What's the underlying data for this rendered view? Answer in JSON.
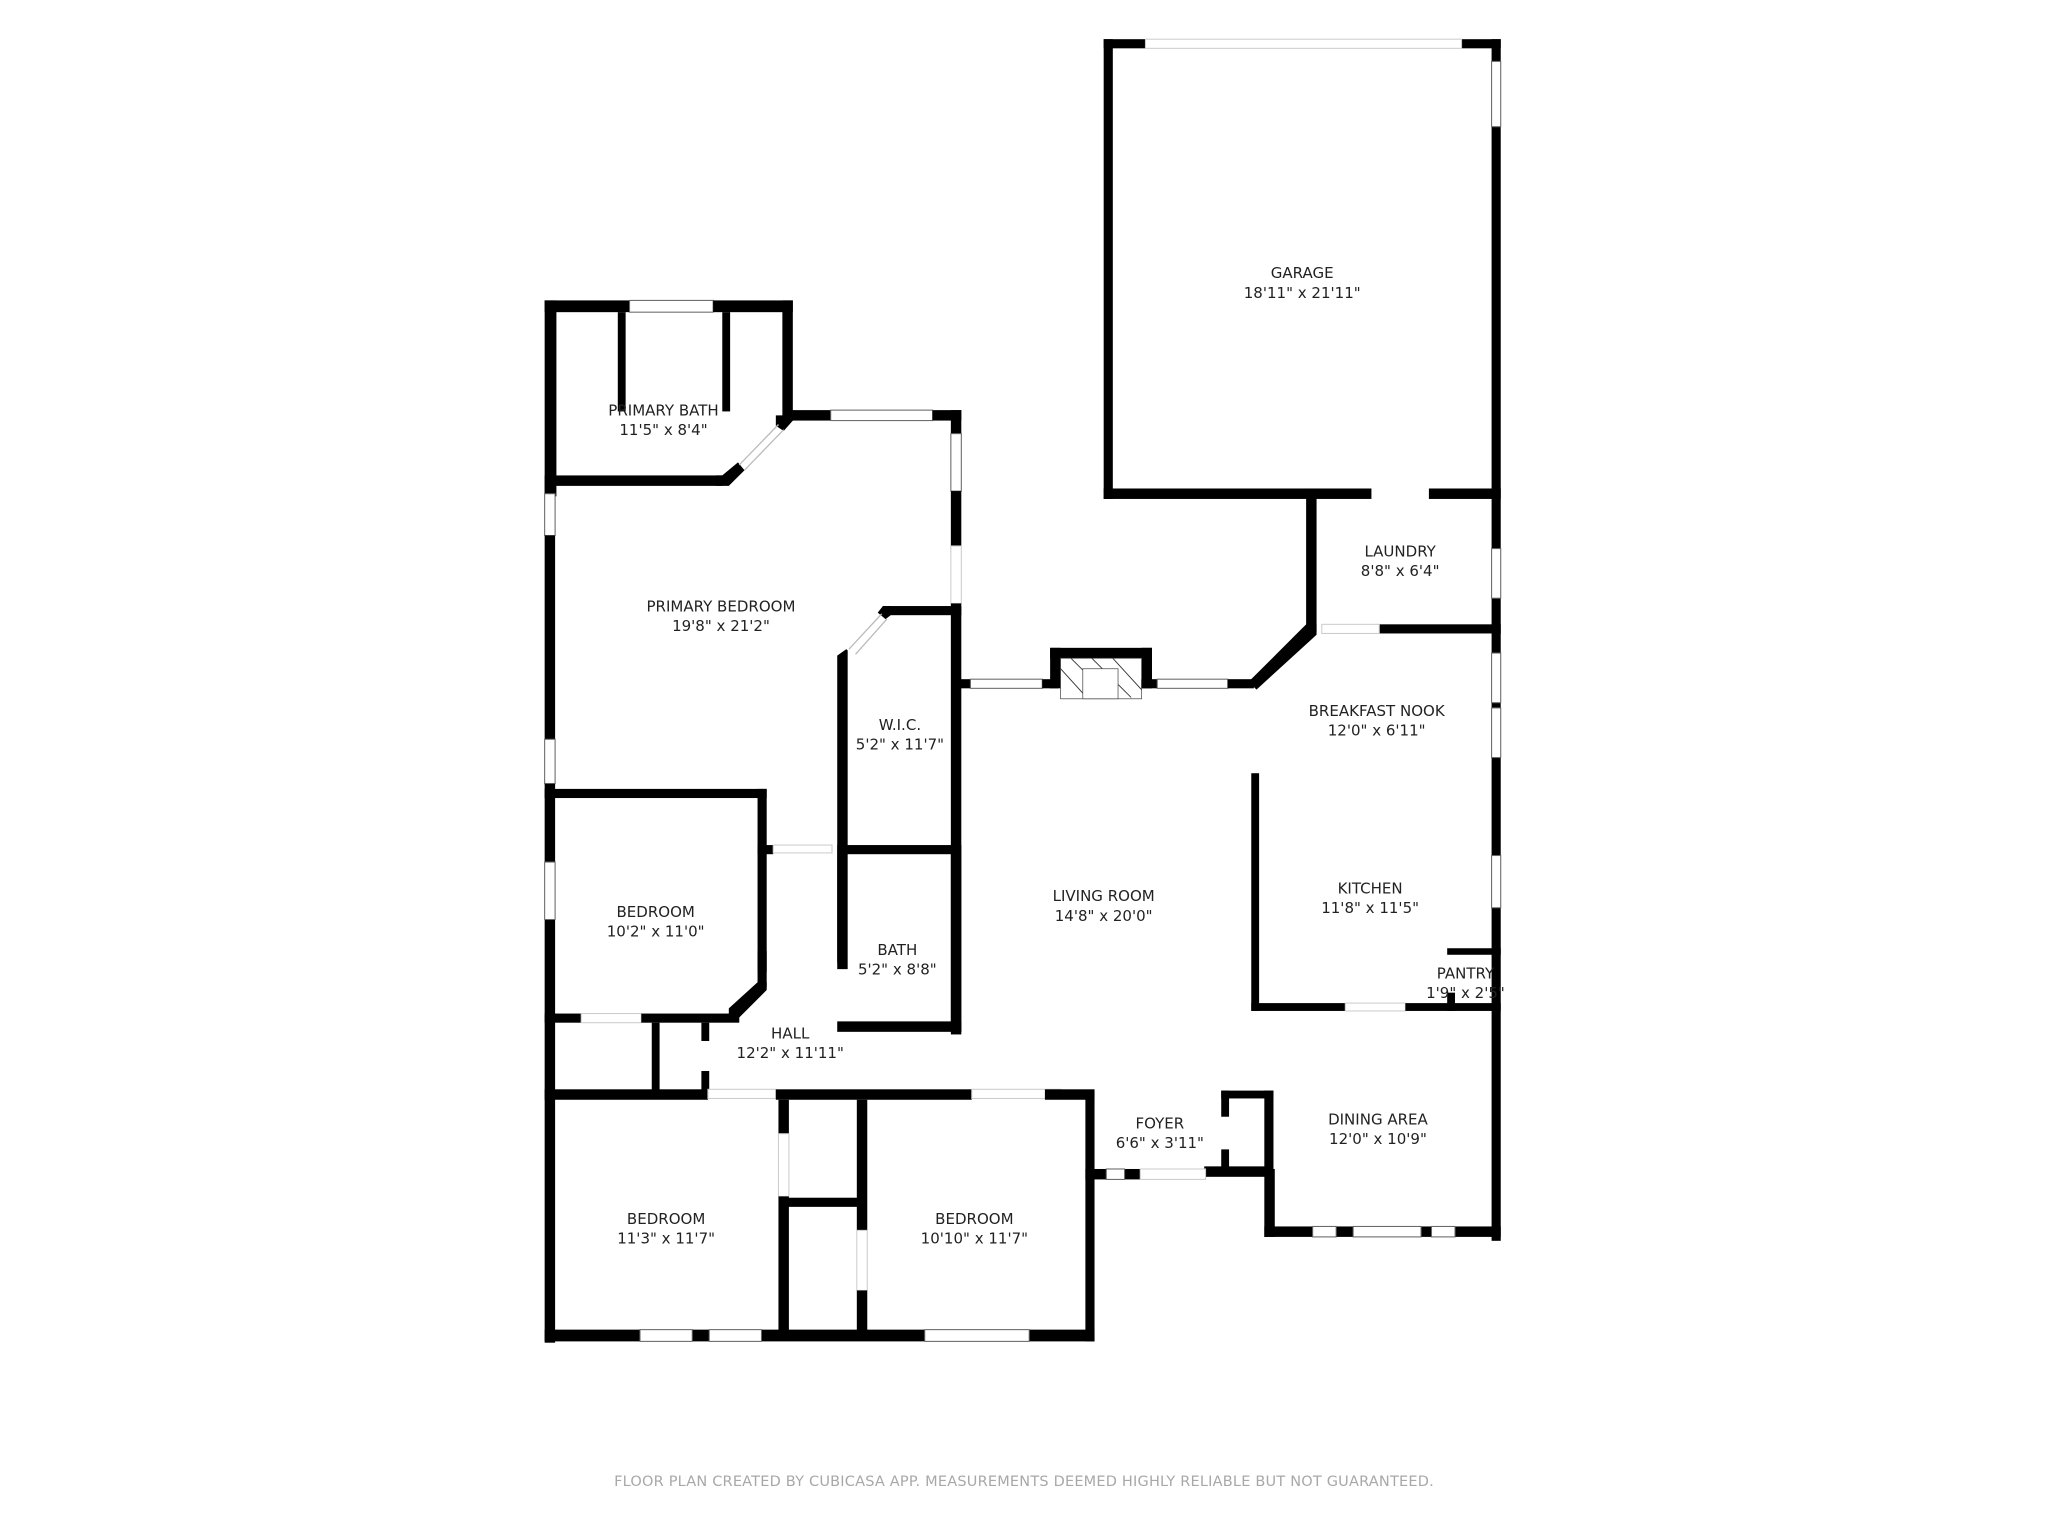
{
  "plan": {
    "rooms": [
      {
        "name": "GARAGE",
        "dims": "18'11\" x 21'11\""
      },
      {
        "name": "PRIMARY BATH",
        "dims": "11'5\" x 8'4\""
      },
      {
        "name": "PRIMARY BEDROOM",
        "dims": "19'8\" x 21'2\""
      },
      {
        "name": "W.I.C.",
        "dims": "5'2\" x 11'7\""
      },
      {
        "name": "LAUNDRY",
        "dims": "8'8\" x 6'4\""
      },
      {
        "name": "BREAKFAST NOOK",
        "dims": "12'0\" x 6'11\""
      },
      {
        "name": "BEDROOM",
        "dims": "10'2\" x 11'0\""
      },
      {
        "name": "BATH",
        "dims": "5'2\" x 8'8\""
      },
      {
        "name": "LIVING ROOM",
        "dims": "14'8\" x 20'0\""
      },
      {
        "name": "KITCHEN",
        "dims": "11'8\" x 11'5\""
      },
      {
        "name": "PANTRY",
        "dims": "1'9\" x 2'5\""
      },
      {
        "name": "HALL",
        "dims": "12'2\" x 11'11\""
      },
      {
        "name": "FOYER",
        "dims": "6'6\" x 3'11\""
      },
      {
        "name": "DINING AREA",
        "dims": "12'0\" x 10'9\""
      },
      {
        "name": "BEDROOM",
        "dims": "11'3\" x 11'7\""
      },
      {
        "name": "BEDROOM",
        "dims": "10'10\" x 11'7\""
      }
    ],
    "colors": {
      "wall": "#000000",
      "background": "#ffffff",
      "footer_text": "#a8a8a8"
    }
  },
  "footer": {
    "disclaimer": "FLOOR PLAN CREATED BY CUBICASA APP. MEASUREMENTS DEEMED HIGHLY RELIABLE BUT NOT GUARANTEED."
  }
}
